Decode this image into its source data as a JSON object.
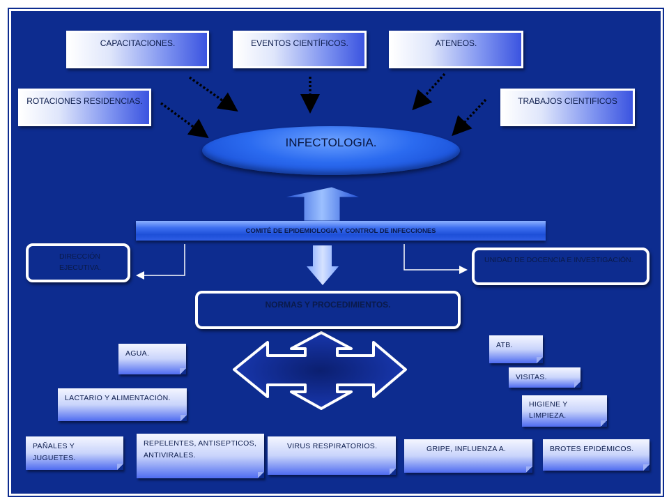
{
  "nodes": {
    "capacitaciones": "CAPACITACIONES.",
    "eventos": "EVENTOS CIENTÍFICOS.",
    "ateneos": "ATENEOS.",
    "rotaciones": "ROTACIONES RESIDENCIAS.",
    "trabajos": "TRABAJOS CIENTIFICOS",
    "infectologia": "INFECTOLOGIA.",
    "comite": "COMITÉ DE EPIDEMIOLOGIA Y CONTROL DE INFECCIONES",
    "direccion_line1": "DIRECCIÓN",
    "direccion_line2": "EJECUTIVA.",
    "unidad": "UNIDAD DE DOCENCIA E INVESTIGACIÓN.",
    "normas": "NORMAS Y PROCEDIMIENTOS."
  },
  "topics": {
    "agua": "AGUA.",
    "lactario": "LACTARIO Y ALIMENTACIÓN.",
    "panales": "PAÑALES Y JUGUETES.",
    "repelentes_line1": "REPELENTES, ANTISEPTICOS,",
    "repelentes_line2": "ANTIVIRALES.",
    "virus": "VIRUS RESPIRATORIOS.",
    "gripe": "GRIPE, INFLUENZA A.",
    "brotes": "BROTES EPIDÉMICOS.",
    "atb": "ATB.",
    "visitas": "VISITAS.",
    "higiene_line1": "HIGIENE Y",
    "higiene_line2": "LIMPIEZA."
  },
  "colors": {
    "background": "#0d2c8f",
    "accent": "#2b6bf0",
    "box_text": "#0a1a4a"
  }
}
